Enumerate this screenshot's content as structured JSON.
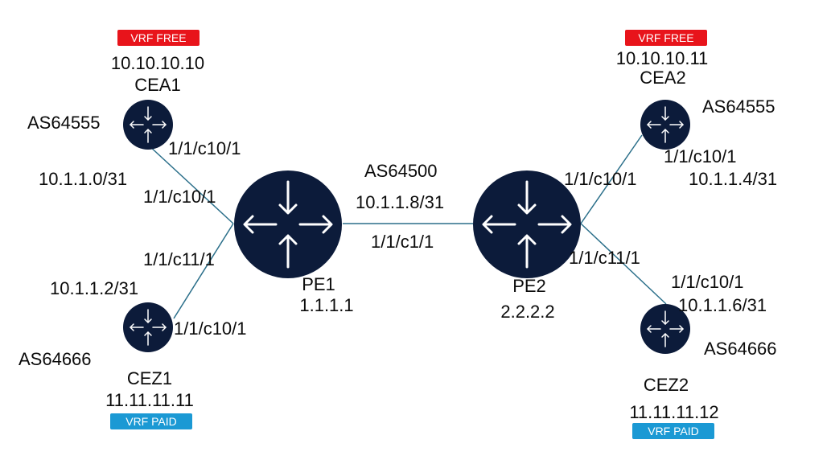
{
  "colors": {
    "router_fill": "#0c1b3a",
    "link": "#2b6f8a",
    "vrf_free": "#e8141b",
    "vrf_paid": "#1b99d4",
    "text": "#0b0b0b"
  },
  "nodes": {
    "cea1": {
      "name": "CEA1",
      "loopback": "10.10.10.10",
      "as": "AS64555",
      "vrf": "VRF FREE"
    },
    "cez1": {
      "name": "CEZ1",
      "loopback": "11.11.11.11",
      "as": "AS64666",
      "vrf": "VRF PAID"
    },
    "pe1": {
      "name": "PE1",
      "loopback": "1.1.1.1"
    },
    "pe2": {
      "name": "PE2",
      "loopback": "2.2.2.2"
    },
    "cea2": {
      "name": "CEA2",
      "loopback": "10.10.10.11",
      "as": "AS64555",
      "vrf": "VRF FREE"
    },
    "cez2": {
      "name": "CEZ2",
      "loopback": "11.11.11.12",
      "as": "AS64666",
      "vrf": "VRF PAID"
    }
  },
  "core": {
    "as": "AS64500"
  },
  "links": {
    "cea1_pe1": {
      "subnet": "10.1.1.0/31",
      "port_ce": "1/1/c10/1",
      "port_pe": "1/1/c10/1"
    },
    "cez1_pe1": {
      "subnet": "10.1.1.2/31",
      "port_ce": "1/1/c10/1",
      "port_pe": "1/1/c11/1"
    },
    "pe1_pe2": {
      "subnet": "10.1.1.8/31",
      "port": "1/1/c1/1"
    },
    "cea2_pe2": {
      "subnet": "10.1.1.4/31",
      "port_ce": "1/1/c10/1",
      "port_pe": "1/1/c10/1"
    },
    "cez2_pe2": {
      "subnet": "10.1.1.6/31",
      "port_ce": "1/1/c10/1",
      "port_pe": "1/1/c11/1"
    }
  }
}
